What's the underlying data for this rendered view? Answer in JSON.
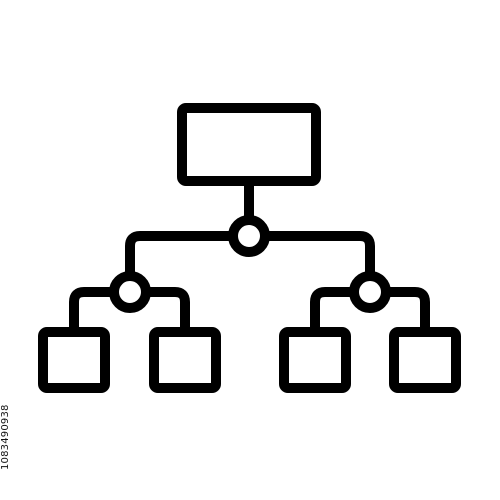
{
  "image": {
    "stock_id": "1083490938"
  },
  "colors": {
    "stroke": "#000000",
    "background": "#ffffff",
    "node_fill": "#ffffff"
  },
  "icon": {
    "name": "hierarchy-org-chart-icon",
    "levels": 3,
    "nodes": [
      {
        "name": "root-node",
        "kind": "rectangle"
      },
      {
        "name": "top-junction",
        "kind": "circle"
      },
      {
        "name": "left-junction",
        "kind": "circle"
      },
      {
        "name": "right-junction",
        "kind": "circle"
      },
      {
        "name": "leaf-node-1",
        "kind": "square"
      },
      {
        "name": "leaf-node-2",
        "kind": "square"
      },
      {
        "name": "leaf-node-3",
        "kind": "square"
      },
      {
        "name": "leaf-node-4",
        "kind": "square"
      }
    ]
  }
}
